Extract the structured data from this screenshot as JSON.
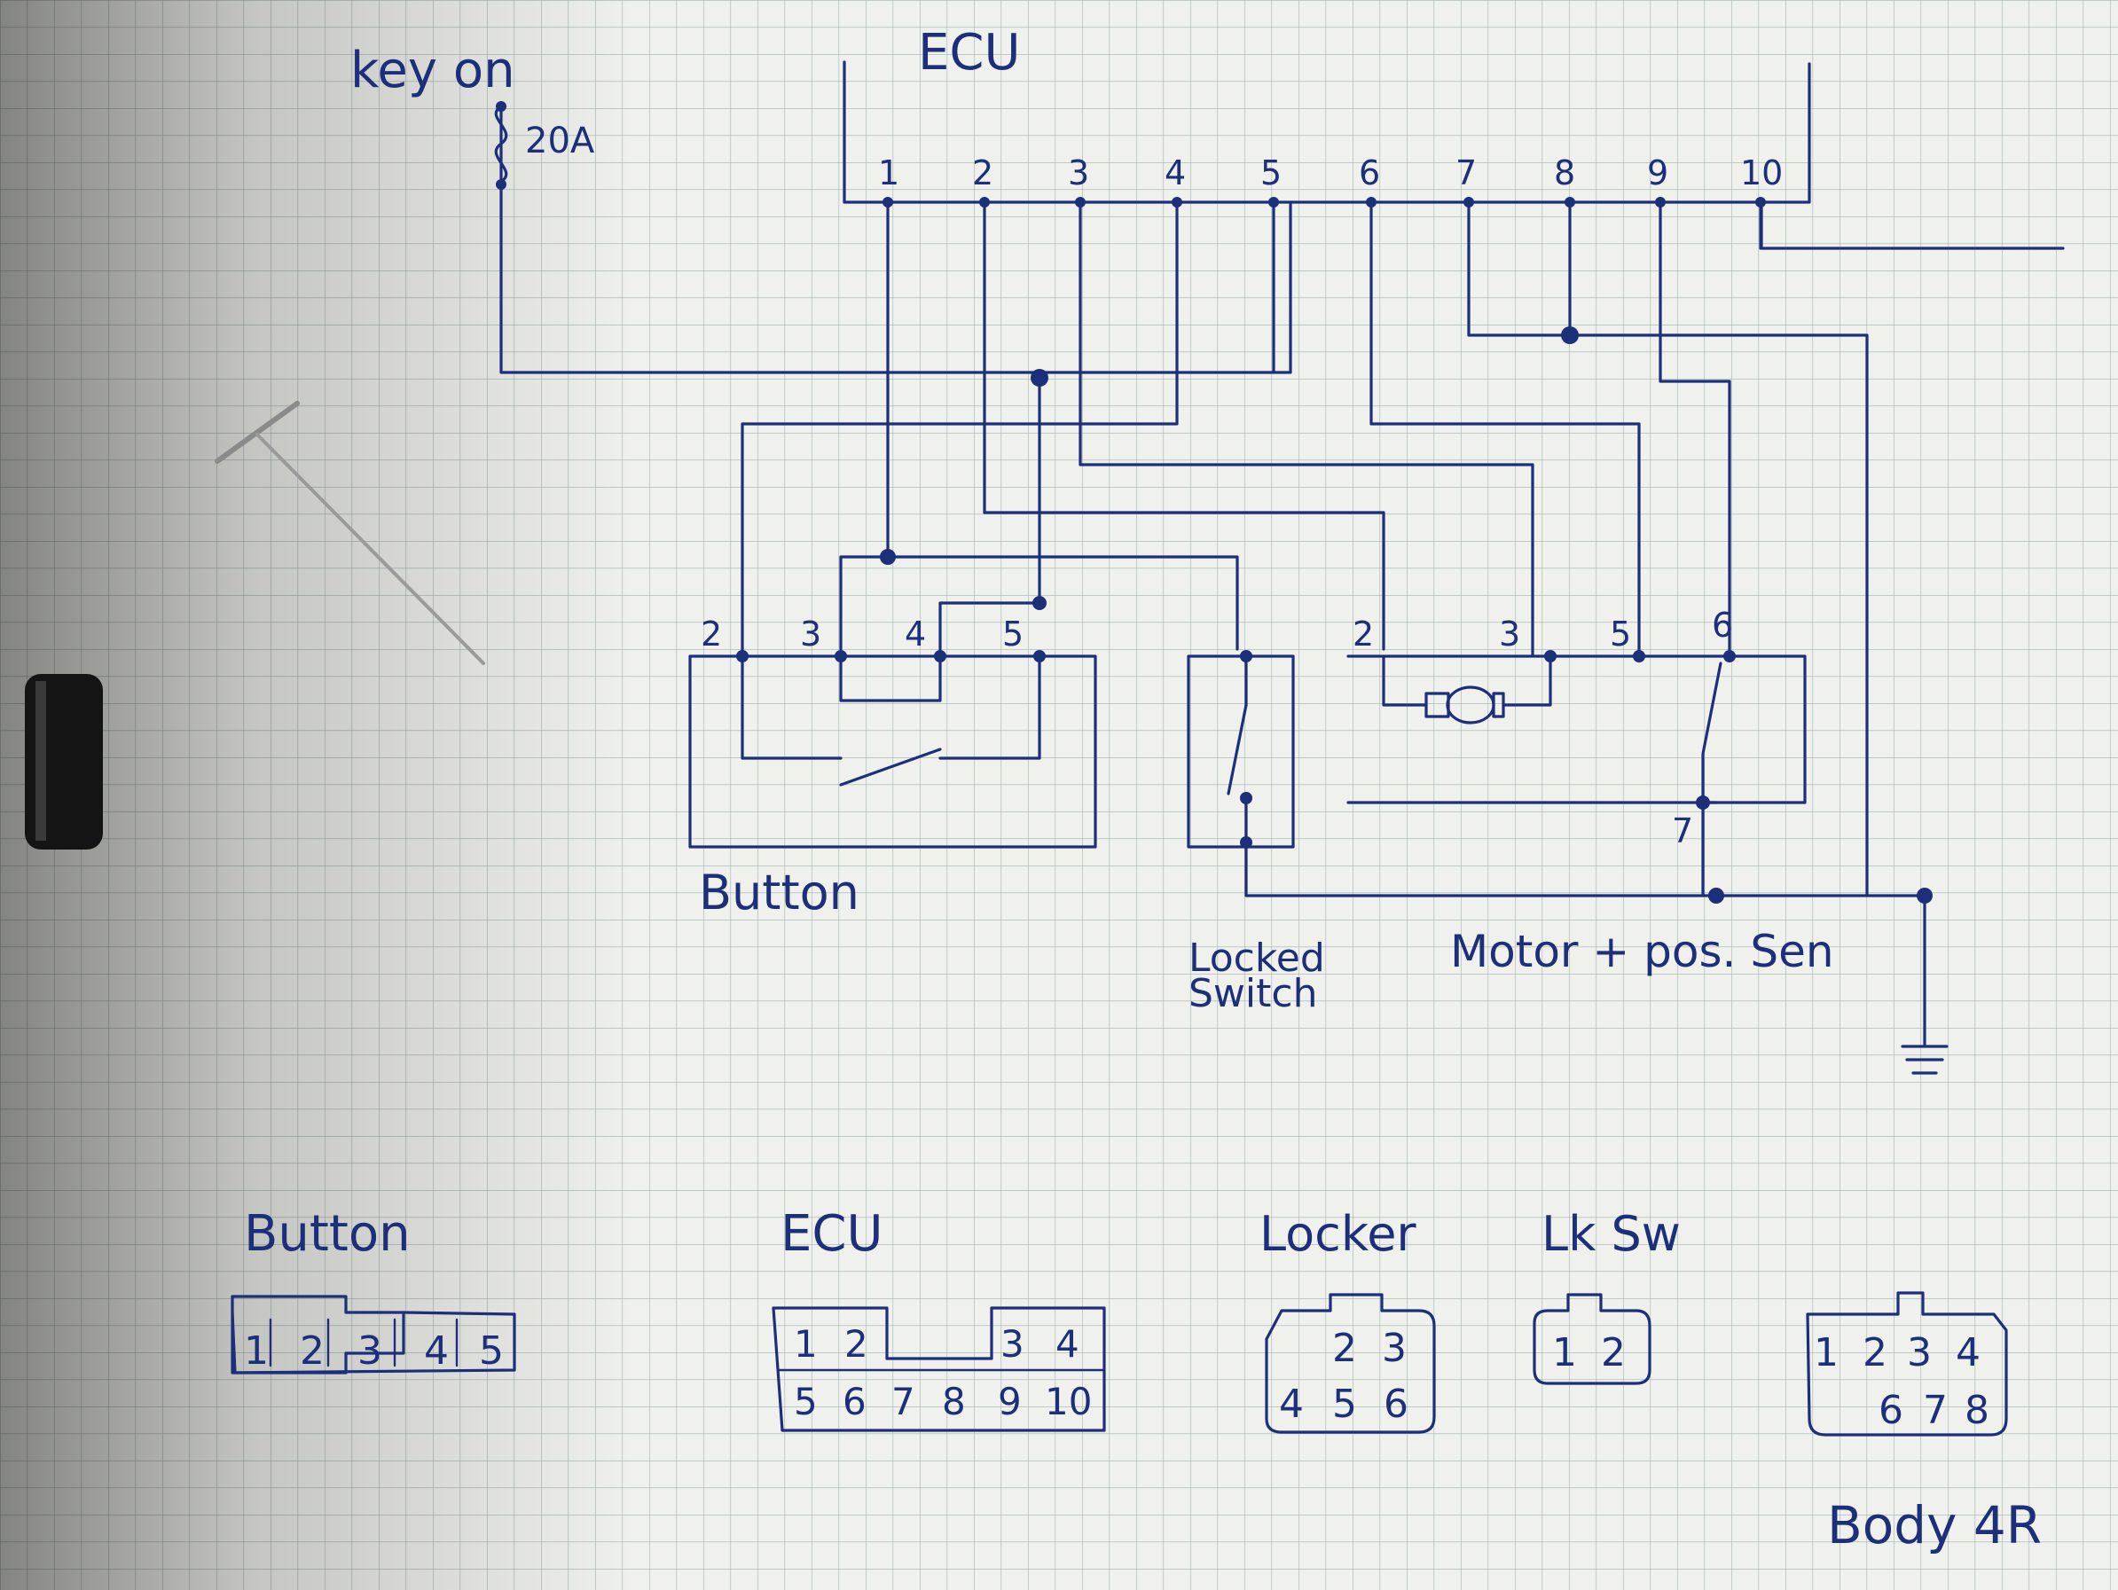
{
  "schematic": {
    "power_label": "key on",
    "fuse_label": "20A",
    "ecu_title": "ECU",
    "ecu_pins": [
      "1",
      "2",
      "3",
      "4",
      "5",
      "6",
      "7",
      "8",
      "9",
      "10"
    ],
    "button_pins": [
      "2",
      "3",
      "4",
      "5"
    ],
    "button_label": "Button",
    "switch_label_line1": "Locked",
    "switch_label_line2": "Switch",
    "motor_pins": [
      "2",
      "3",
      "5",
      "6",
      "7"
    ],
    "motor_label": "Motor + pos. Sen"
  },
  "connectors": {
    "button": {
      "title": "Button",
      "row1": [
        "1",
        "2",
        "3",
        "4",
        "5"
      ]
    },
    "ecu": {
      "title": "ECU",
      "row1": [
        "1",
        "2",
        "3",
        "4"
      ],
      "row2": [
        "5",
        "6",
        "7",
        "8",
        "9",
        "10"
      ]
    },
    "locker": {
      "title": "Locker",
      "row1": [
        "2",
        "3"
      ],
      "row2": [
        "4",
        "5",
        "6"
      ]
    },
    "lk_sw": {
      "title": "Lk Sw",
      "row1": [
        "1",
        "2"
      ]
    },
    "body_4r": {
      "title": "Body 4R",
      "row1": [
        "1",
        "2",
        "3",
        "4"
      ],
      "row2": [
        "6",
        "7",
        "8"
      ]
    }
  }
}
